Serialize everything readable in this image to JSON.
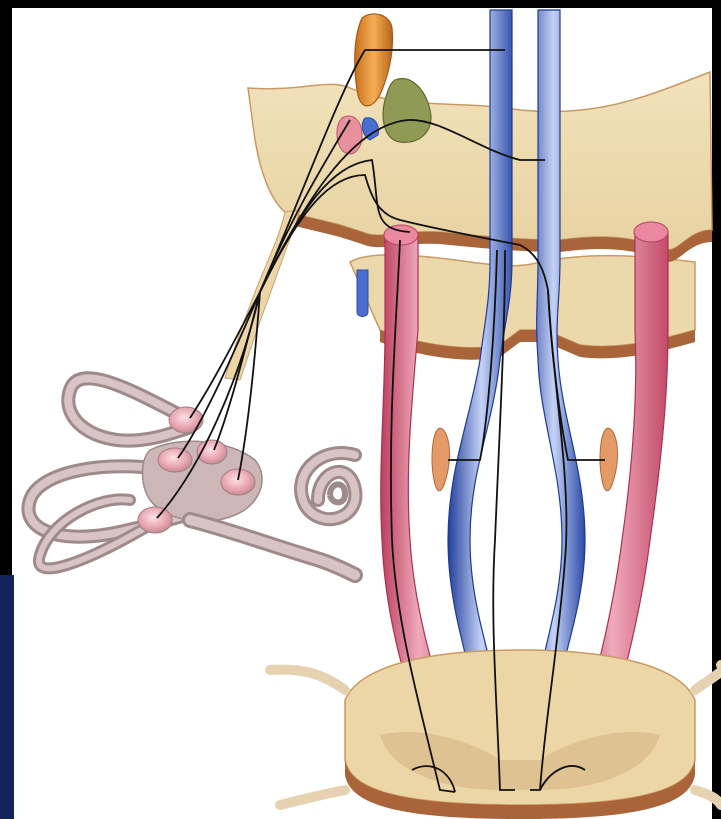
{
  "diagram": {
    "background_color": "#000000",
    "paper_color": "#ffffff",
    "colors": {
      "brainstem": "#efdcb0",
      "brainstem_edge": "#b8794a",
      "tract_red": "#d9607f",
      "tract_red_light": "#f3b8c6",
      "tract_blue": "#2f4fb0",
      "tract_blue_light": "#b8c8f0",
      "nucleus_orange": "#e08a2c",
      "nucleus_green": "#8e9a52",
      "nucleus_pink": "#e9909f",
      "nucleus_blue": "#4a6fd0",
      "labyrinth": "#b9a2a2",
      "ampulla": "#e7a6b0",
      "nerve_fiber": "#111111",
      "spinal_cord": "#e7cf9c",
      "side_panel": "#13235e"
    },
    "structures": [
      "brainstem-section",
      "upper-spinal-section",
      "spinal-cord-cross-section",
      "vestibular-labyrinth",
      "cochlea",
      "vestibular-nerve",
      "oculomotor-nucleus",
      "trochlear-nucleus",
      "vestibular-nucleus",
      "lateral-vestibulospinal-tract-left",
      "lateral-vestibulospinal-tract-right",
      "medial-longitudinal-fasciculus-left",
      "medial-longitudinal-fasciculus-right",
      "abducens-nucleus-left",
      "abducens-nucleus-right"
    ]
  }
}
